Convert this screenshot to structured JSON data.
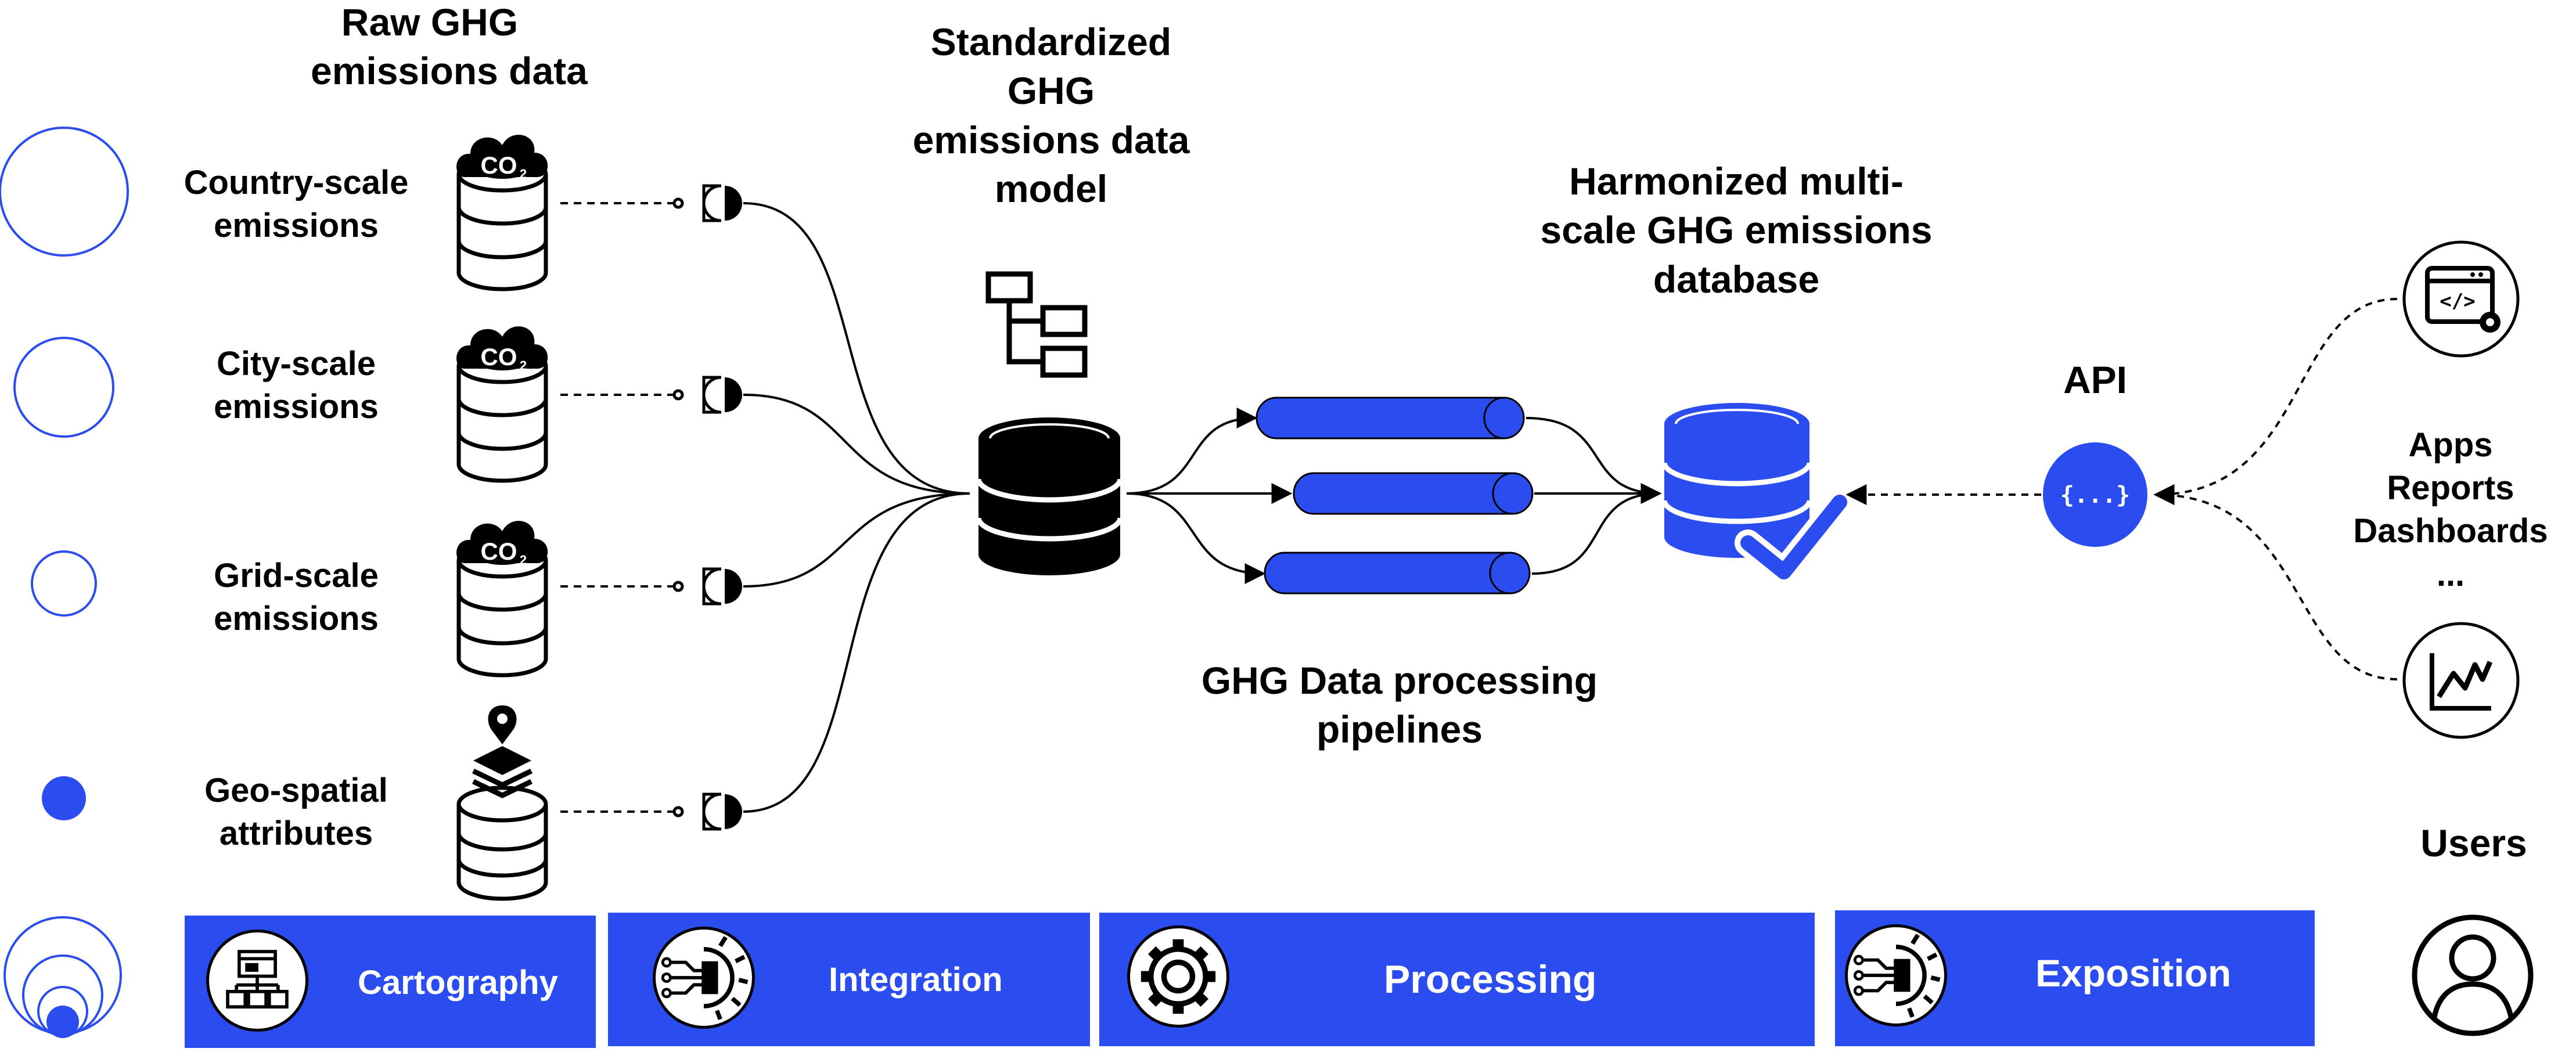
{
  "raw_data": {
    "title_lines": [
      "Raw GHG",
      "emissions data"
    ],
    "sources": [
      {
        "lines": [
          "Country-scale",
          "emissions"
        ],
        "icon": "co2-database-icon"
      },
      {
        "lines": [
          "City-scale",
          "emissions"
        ],
        "icon": "co2-database-icon"
      },
      {
        "lines": [
          "Grid-scale",
          "emissions"
        ],
        "icon": "co2-database-icon"
      },
      {
        "lines": [
          "Geo-spatial",
          "attributes"
        ],
        "icon": "geo-layers-database-icon"
      }
    ]
  },
  "data_model": {
    "title_lines": [
      "Standardized",
      "GHG",
      "emissions data",
      "model"
    ],
    "icons": [
      "schema-icon",
      "database-icon"
    ]
  },
  "pipelines": {
    "label_lines": [
      "GHG Data processing",
      "pipelines"
    ],
    "count": 3
  },
  "harmonized_db": {
    "title_lines": [
      "Harmonized multi-",
      "scale GHG emissions",
      "database"
    ],
    "icon": "verified-database-icon"
  },
  "api": {
    "label": "API",
    "badge": "{...}"
  },
  "users": {
    "outputs": [
      "Apps",
      "Reports",
      "Dashboards",
      "..."
    ],
    "label": "Users",
    "icons": [
      "code-window-icon",
      "line-chart-icon",
      "user-icon"
    ]
  },
  "bottom_bands": [
    {
      "label": "Cartography",
      "icon": "map-layout-icon"
    },
    {
      "label": "Integration",
      "icon": "circuit-gear-icon"
    },
    {
      "label": "Processing",
      "icon": "gear-icon"
    },
    {
      "label": "Exposition",
      "icon": "circuit-gear-icon"
    }
  ],
  "colors": {
    "accent": "#2b4df0",
    "ink": "#000000",
    "background": "#ffffff"
  }
}
